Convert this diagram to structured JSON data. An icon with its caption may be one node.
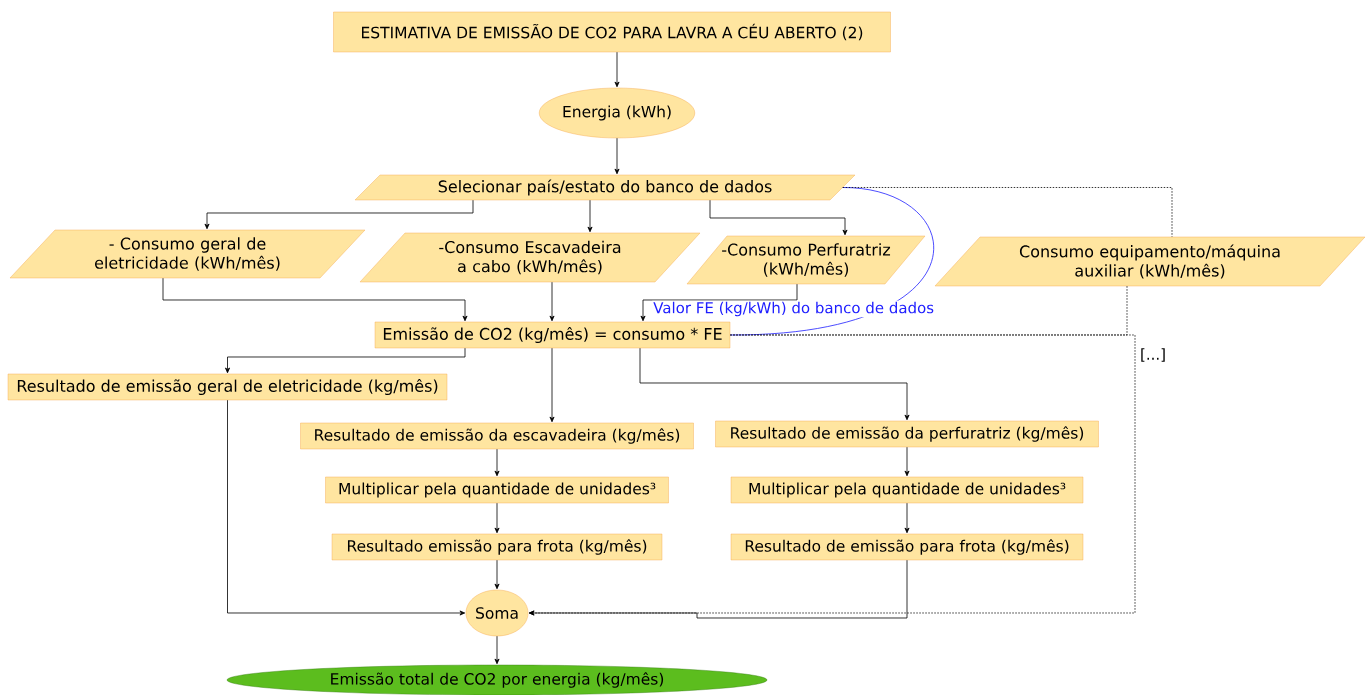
{
  "diagram": {
    "nodes": [
      {
        "text": [
          "ESTIMATIVA DE EMISSÃO DE CO2 PARA LAVRA A CÉU ABERTO (2)"
        ]
      },
      {
        "text": [
          "Energia (kWh)"
        ]
      },
      {
        "text": [
          "Selecionar país/estato do banco de dados"
        ]
      },
      {
        "text": [
          "- Consumo geral de eletricidade (kWh/mês)"
        ]
      },
      {
        "text": [
          "-Consumo Escavadeira a cabo (kWh/mês)"
        ]
      },
      {
        "text": [
          "-Consumo Perfuratriz (kWh/mês)"
        ]
      },
      {
        "text": [
          "Consumo equipamento/máquina auxiliar (kWh/mês)"
        ]
      },
      {
        "text": [
          "Emissão de CO2 (kg/mês) = consumo * FE"
        ]
      },
      {
        "text": [
          "Resultado de emissão geral de eletricidade (kg/mês)"
        ]
      },
      {
        "text": [
          "Resultado de emissão da escavadeira (kg/mês)"
        ]
      },
      {
        "text": [
          "Resultado de emissão da perfuratriz (kg/mês)"
        ]
      },
      {
        "text": [
          "Multiplicar pela quantidade de unidades³"
        ]
      },
      {
        "text": [
          "Multiplicar pela quantidade de unidades³"
        ]
      },
      {
        "text": [
          "Resultado emissão para frota (kg/mês)"
        ]
      },
      {
        "text": [
          "Resultado de emissão para frota (kg/mês)"
        ]
      },
      {
        "text": [
          "Soma"
        ]
      },
      {
        "text": [
          "Emissão total de CO2 por energia (kg/mês)"
        ]
      }
    ],
    "edges": [
      {
        "from": 0,
        "to": 1,
        "arrow": "to"
      },
      {
        "from": 1,
        "to": 2,
        "arrow": "to"
      },
      {
        "from": 2,
        "to": 3,
        "arrow": "to"
      },
      {
        "from": 2,
        "to": 4,
        "arrow": "to"
      },
      {
        "from": 2,
        "to": 5,
        "arrow": "to"
      },
      {
        "from": 3,
        "to": 7,
        "arrow": "to"
      },
      {
        "from": 4,
        "to": 7,
        "arrow": "to"
      },
      {
        "from": 5,
        "to": 7,
        "arrow": "to"
      },
      {
        "from": 2,
        "to": 7,
        "arrow": "none",
        "label": "Valor FE (kg/kWh) do banco de dados",
        "color": "#1f1fff"
      },
      {
        "from": 2,
        "to": 6,
        "arrow": "none",
        "style": "dashed"
      },
      {
        "from": 6,
        "to": 7,
        "arrow": "none",
        "style": "dashed"
      },
      {
        "from": 7,
        "to": 8,
        "arrow": "to"
      },
      {
        "from": 7,
        "to": 9,
        "arrow": "to"
      },
      {
        "from": 7,
        "to": 10,
        "arrow": "to"
      },
      {
        "from": 9,
        "to": 11,
        "arrow": "to"
      },
      {
        "from": 11,
        "to": 13,
        "arrow": "to"
      },
      {
        "from": 13,
        "to": 15,
        "arrow": "to"
      },
      {
        "from": 10,
        "to": 12,
        "arrow": "to"
      },
      {
        "from": 12,
        "to": 14,
        "arrow": "to"
      },
      {
        "from": 14,
        "to": 15,
        "arrow": "to"
      },
      {
        "from": 8,
        "to": 15,
        "arrow": "to"
      },
      {
        "from": 7,
        "to": 15,
        "arrow": "to",
        "style": "dashed"
      },
      {
        "from": 15,
        "to": 16,
        "arrow": "to"
      }
    ],
    "labels": [
      "[...]"
    ]
  }
}
